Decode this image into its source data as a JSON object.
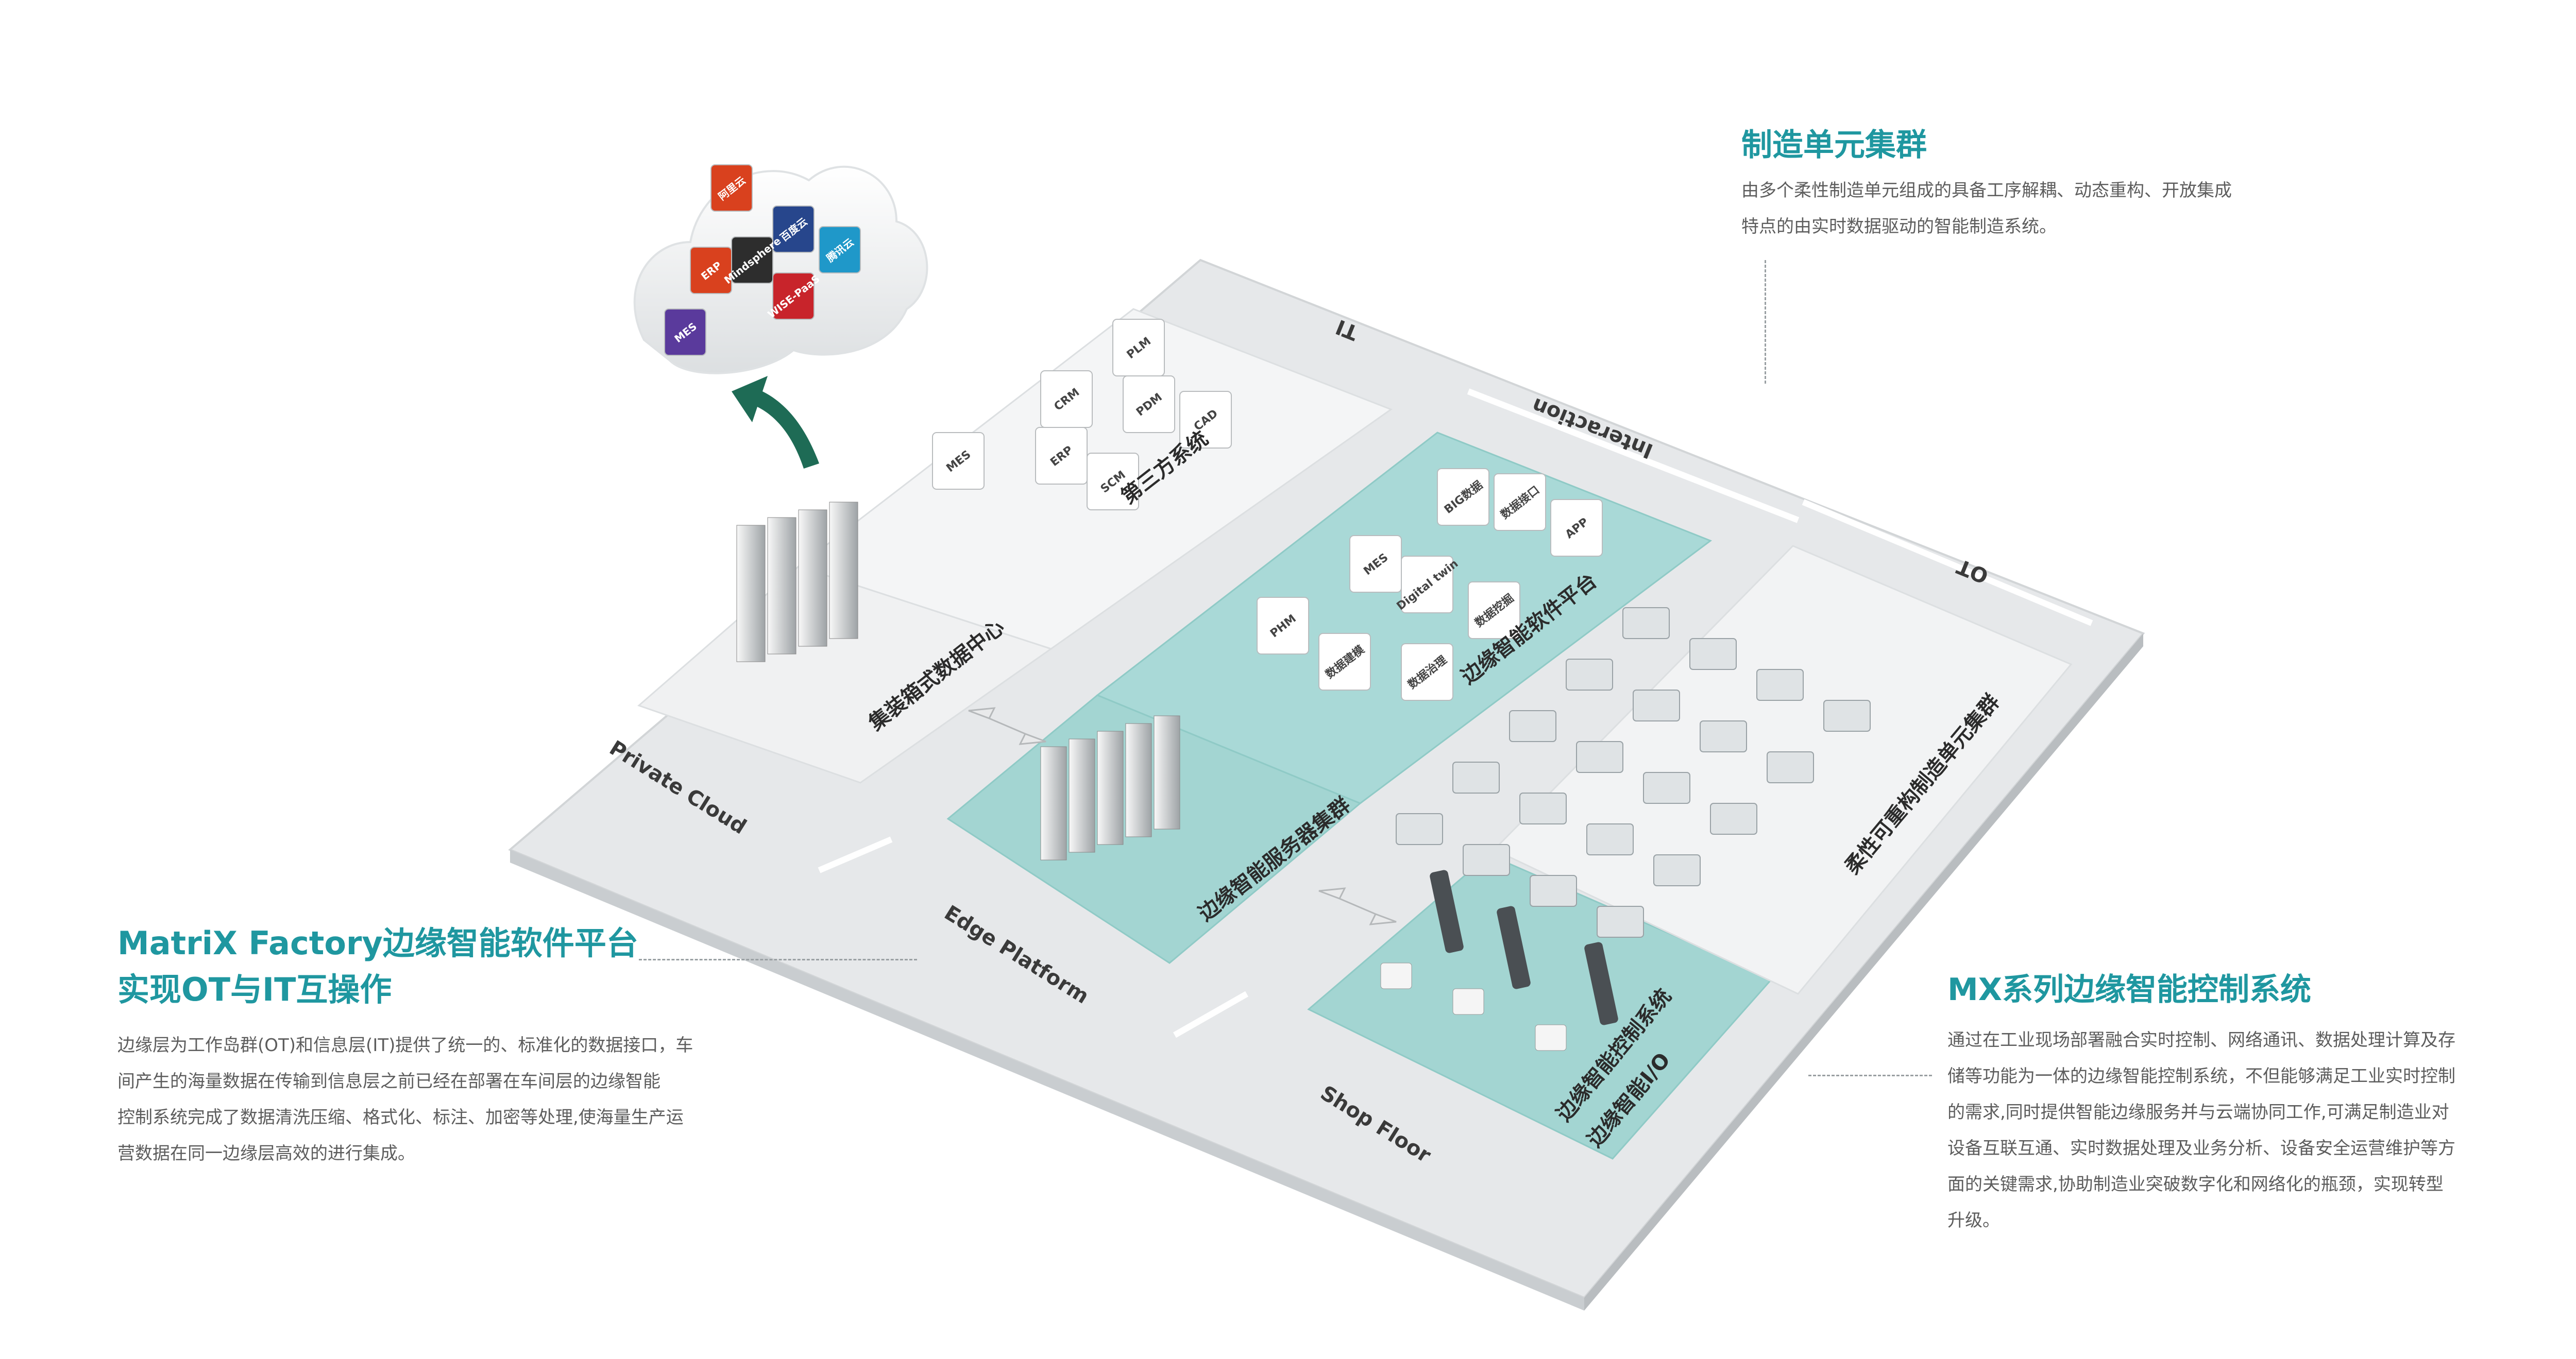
{
  "colors": {
    "accent": "#1f97a0",
    "teal_zone": "#a7d8d6",
    "platform": "#e9ebec",
    "zone_gray": "#f3f4f5",
    "arrow_green": "#1e6b55"
  },
  "sections": {
    "cluster": {
      "title": "制造单元集群",
      "desc_lines": [
        "由多个柔性制造单元组成的具备工序解耦、动态重构、开放集成",
        "特点的由实时数据驱动的智能制造系统。"
      ]
    },
    "matrix": {
      "title_lines": [
        "MatriX Factory边缘智能软件平台",
        "实现OT与IT互操作"
      ],
      "desc_lines": [
        "边缘层为工作岛群(OT)和信息层(IT)提供了统一的、标准化的数据接口，车",
        "间产生的海量数据在传输到信息层之前已经在部署在车间层的边缘智能",
        "控制系统完成了数据清洗压缩、格式化、标注、加密等处理,使海量生产运",
        "营数据在同一边缘层高效的进行集成。"
      ]
    },
    "mx": {
      "title": "MX系列边缘智能控制系统",
      "desc_lines": [
        "通过在工业现场部署融合实时控制、网络通讯、数据处理计算及存",
        "储等功能为一体的边缘智能控制系统，不但能够满足工业实时控制",
        "的需求,同时提供智能边缘服务并与云端协同工作,可满足制造业对",
        "设备互联互通、实时数据处理及业务分析、设备安全运营维护等方",
        "面的关键需求,协助制造业突破数字化和网络化的瓶颈，实现转型",
        "升级。"
      ]
    }
  },
  "diagram": {
    "bands": {
      "it": "IT",
      "interaction": "Interaction",
      "ot": "OT",
      "private_cloud": "Private Cloud",
      "edge_platform": "Edge Platform",
      "shop_floor": "Shop Floor"
    },
    "zones": {
      "third_party": "第三方系统",
      "data_center": "集装箱式数据中心",
      "software_platform": "边缘智能软件平台",
      "server_cluster": "边缘智能服务器集群",
      "control_system": "边缘智能控制系统",
      "edge_io": "边缘智能I/O",
      "flex_cells": "柔性可重构制造单元集群"
    },
    "third_party_tiles": [
      "MES",
      "CRM",
      "PLM",
      "ERP",
      "PDM",
      "SCM",
      "CAD"
    ],
    "software_tiles": [
      "PHM",
      "MES",
      "BIG数据",
      "数据接口",
      "APP",
      "数据建模",
      "Digital twin",
      "数据挖掘",
      "数据治理"
    ],
    "cloud_tiles": [
      "阿里云",
      "百度云",
      "ERP",
      "MES",
      "腾讯云",
      "Mindsphere",
      "WISE-PaaS"
    ]
  }
}
